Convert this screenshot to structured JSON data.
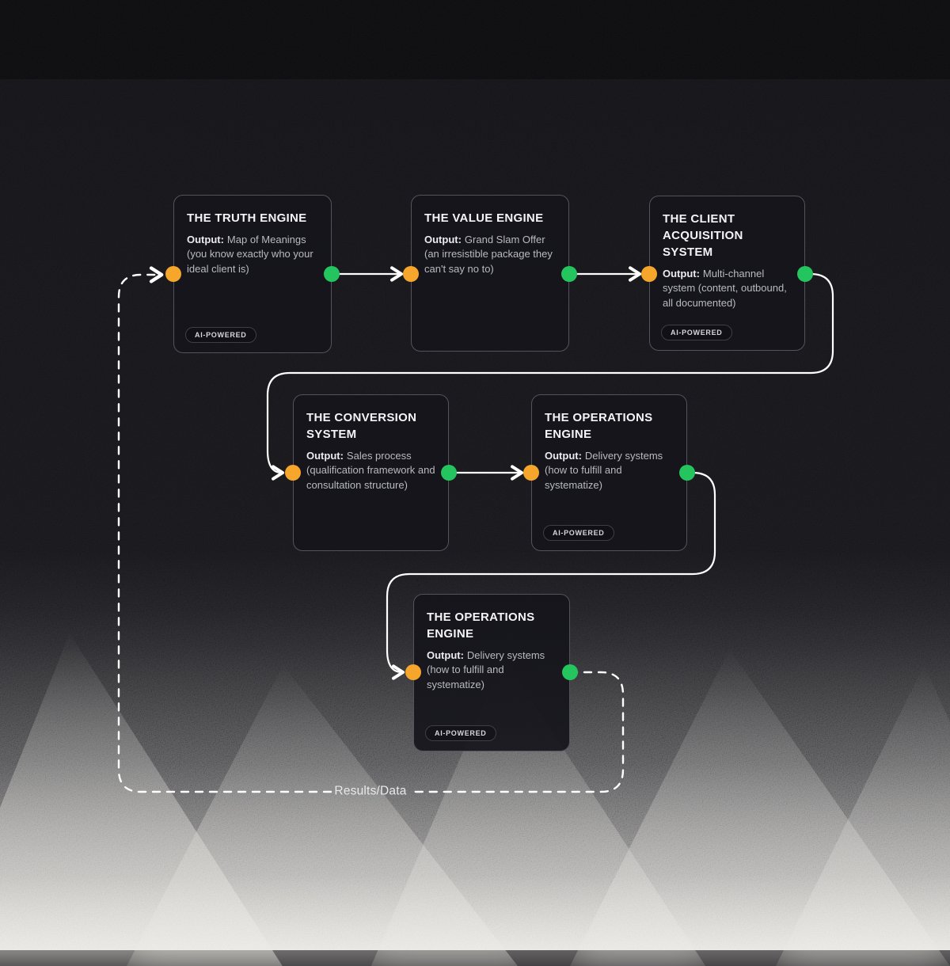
{
  "colors": {
    "input_port": "#F5A62B",
    "output_port": "#24C55E",
    "connector": "#FFFFFF",
    "card_border": "#53535D",
    "card_background": "#15151B",
    "page_background": "#0D0D12"
  },
  "nodes": [
    {
      "id": "truth-engine",
      "title": "THE TRUTH ENGINE",
      "output_label": "Output:",
      "output_text": "Map of Meanings (you know exactly who your ideal client is)",
      "badge": "AI-POWERED"
    },
    {
      "id": "value-engine",
      "title": "THE VALUE ENGINE",
      "output_label": "Output:",
      "output_text": "Grand Slam Offer (an irresistible package they can't say no to)"
    },
    {
      "id": "client-acquisition-system",
      "title": "THE CLIENT ACQUISITION SYSTEM",
      "output_label": "Output:",
      "output_text": "Multi-channel system (content, outbound, all documented)",
      "badge": "AI-POWERED"
    },
    {
      "id": "conversion-system",
      "title": "THE CONVERSION SYSTEM",
      "output_label": "Output:",
      "output_text": "Sales process (qualification framework and consultation structure)"
    },
    {
      "id": "operations-engine-1",
      "title": "THE OPERATIONS ENGINE",
      "output_label": "Output:",
      "output_text": "Delivery systems (how to fulfill and systematize)",
      "badge": "AI-POWERED"
    },
    {
      "id": "operations-engine-2",
      "title": "THE OPERATIONS ENGINE",
      "output_label": "Output:",
      "output_text": "Delivery systems (how to fulfill and systematize)",
      "badge": "AI-POWERED"
    }
  ],
  "connections": [
    {
      "from": "truth-engine",
      "to": "value-engine",
      "style": "solid"
    },
    {
      "from": "value-engine",
      "to": "client-acquisition-system",
      "style": "solid"
    },
    {
      "from": "client-acquisition-system",
      "to": "conversion-system",
      "style": "solid"
    },
    {
      "from": "conversion-system",
      "to": "operations-engine-1",
      "style": "solid"
    },
    {
      "from": "operations-engine-1",
      "to": "operations-engine-2",
      "style": "solid"
    },
    {
      "from": "operations-engine-2",
      "to": "truth-engine",
      "style": "dashed",
      "label": "Results/Data"
    }
  ],
  "feedback": {
    "label": "Results/Data"
  }
}
